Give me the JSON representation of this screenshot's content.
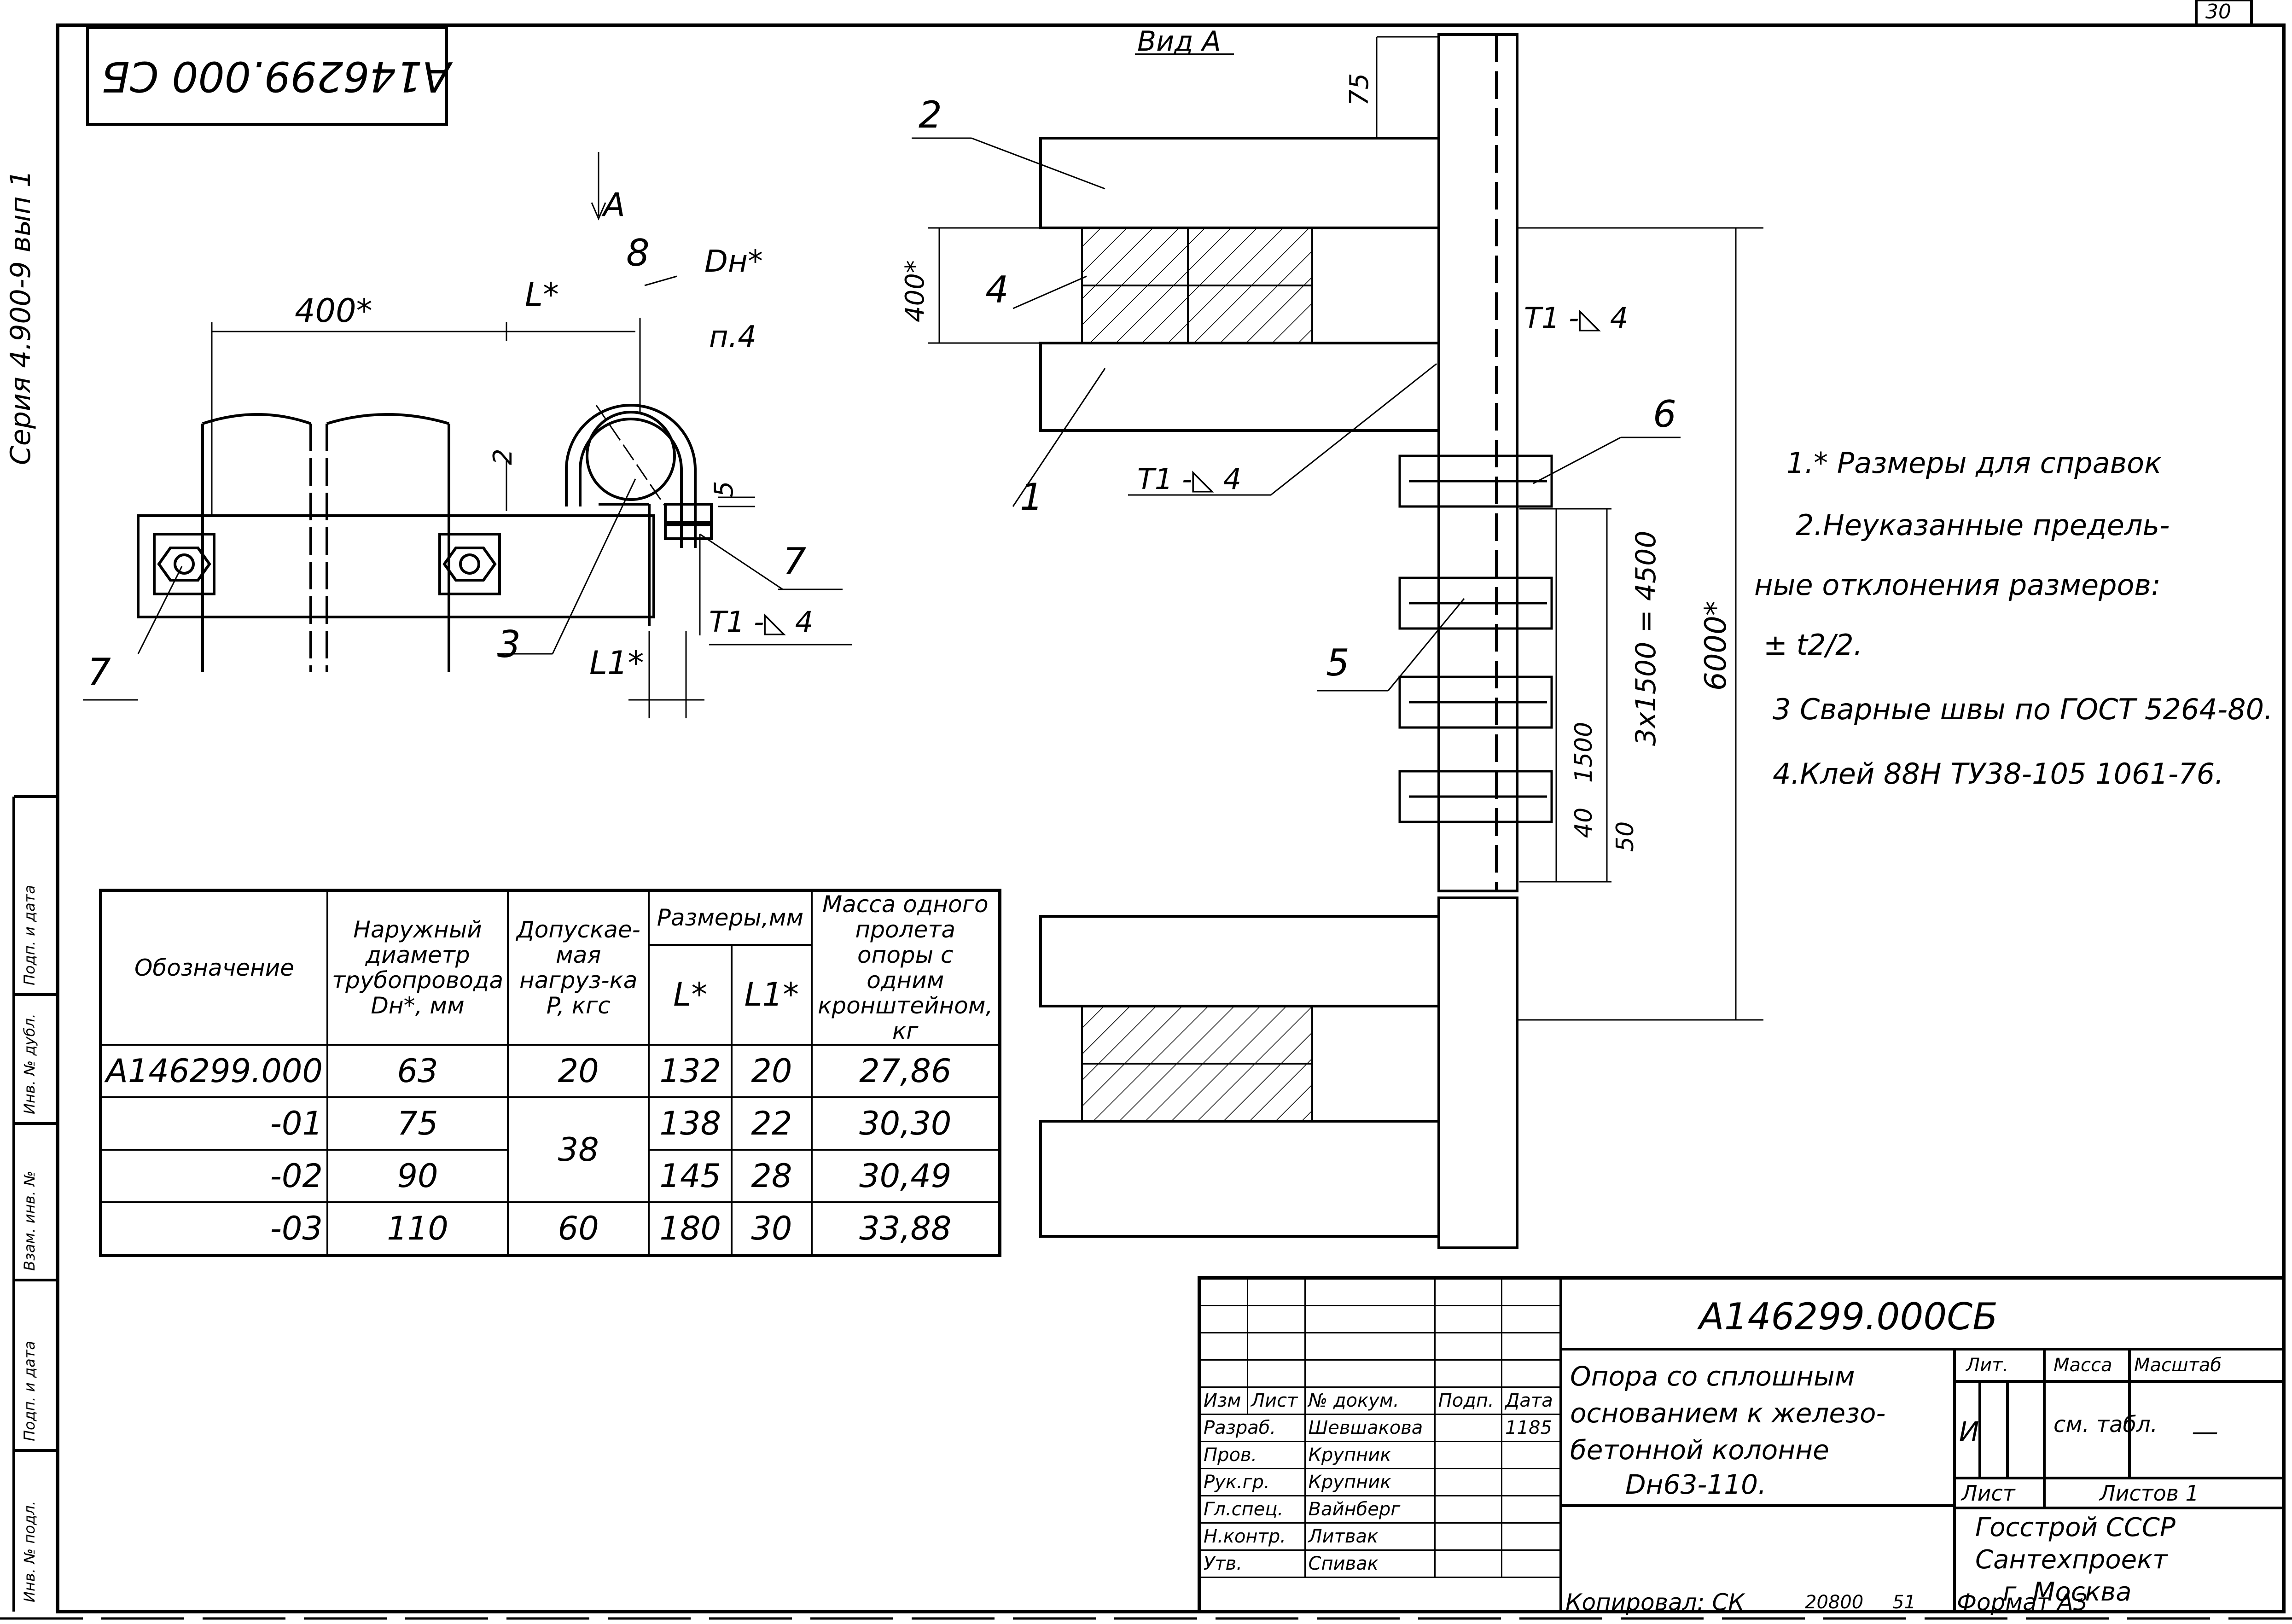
{
  "sheet_number": "30",
  "series_stamp": "Серия 4.900-9 вып 1",
  "doc_code_stamp": "А146299.000 СБ",
  "view_label": "Вид А",
  "dimensions": {
    "d400": "400*",
    "L": "L*",
    "L1": "L1*",
    "Dn": "Dн*",
    "n4": "п.4",
    "d2": "2",
    "d5": "5",
    "arrowA": "А",
    "d75": "75",
    "d400v": "400*",
    "d6000": "6000*",
    "d3x1500": "3x1500 = 4500",
    "d1500": "1500",
    "d40": "40",
    "d50": "50",
    "weld_1": "Т1 -◺ 4",
    "weld_2": "Т1 -◺ 4",
    "weld_3": "Т1 -◺ 4"
  },
  "callouts": [
    "1",
    "2",
    "3",
    "4",
    "5",
    "6",
    "7",
    "7",
    "8"
  ],
  "notes": [
    "1.* Размеры для справок",
    "2.Неуказанные предель-",
    "ные отклонения размеров:",
    "± t2/2.",
    "3 Сварные швы по ГОСТ 5264-80.",
    "4.Клей 88Н ТУ38-105 1061-76."
  ],
  "spec_table": {
    "headers": {
      "designation": "Обозначение",
      "outer_diameter": "Наружный диаметр трубопровода Dн*, мм",
      "load": "Допускае-мая нагруз-ка P, кгс",
      "sizes": "Размеры,мм",
      "L": "L*",
      "L1": "L1*",
      "mass": "Масса одного пролета опоры с одним кронштейном, кг"
    },
    "rows": [
      {
        "designation": "А146299.000",
        "dn": "63",
        "load": "20",
        "L": "132",
        "L1": "20",
        "mass": "27,86"
      },
      {
        "designation": "-01",
        "dn": "75",
        "load": "38",
        "L": "138",
        "L1": "22",
        "mass": "30,30"
      },
      {
        "designation": "-02",
        "dn": "90",
        "load": "",
        "L": "145",
        "L1": "28",
        "mass": "30,49"
      },
      {
        "designation": "-03",
        "dn": "110",
        "load": "60",
        "L": "180",
        "L1": "30",
        "mass": "33,88"
      }
    ]
  },
  "title_block": {
    "doc_code": "А146299.000СБ",
    "title_lines": [
      "Опора со сплошным",
      "основанием к железо-",
      "бетонной колонне",
      "Dн63-110."
    ],
    "header_cols": [
      "Изм",
      "Лист",
      "№ докум.",
      "Подп.",
      "Дата"
    ],
    "roles": [
      {
        "role": "Разраб.",
        "name": "Шевшакова",
        "date": "1185"
      },
      {
        "role": "Пров.",
        "name": "Крупник",
        "date": ""
      },
      {
        "role": "Рук.гр.",
        "name": "Крупник",
        "date": ""
      },
      {
        "role": "Гл.спец.",
        "name": "Вайнберг",
        "date": ""
      },
      {
        "role": "Н.контр.",
        "name": "Литвак",
        "date": ""
      },
      {
        "role": "Утв.",
        "name": "Спивак",
        "date": ""
      }
    ],
    "lit_label": "Лит.",
    "lit_value": "И",
    "mass_label": "Масса",
    "mass_value": "см. табл.",
    "scale_label": "Масштаб",
    "scale_value": "—",
    "sheet_label": "Лист",
    "sheets_label": "Листов 1",
    "organization": [
      "Госстрой СССР",
      "Сантехпроект",
      "г. Москва"
    ],
    "copied": "Копировал: СК",
    "order_no": "20800",
    "order_no2": "51",
    "format": "Формат А3"
  },
  "left_strip": [
    "Инв. № подл.",
    "Подп. и дата",
    "Взам. инв. №",
    "Инв. № дубл.",
    "Подп. и дата"
  ]
}
